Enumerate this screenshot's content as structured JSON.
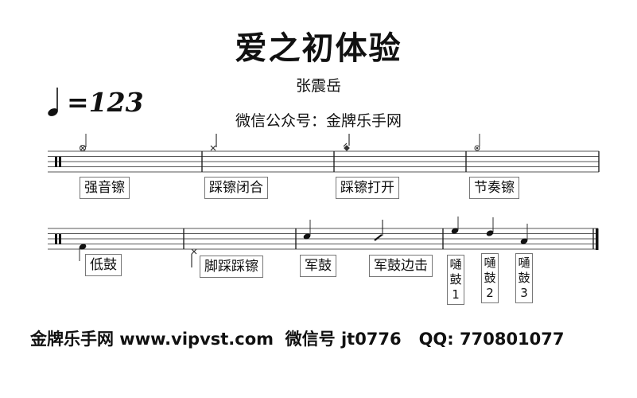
{
  "header": {
    "title": "爱之初体验",
    "composer": "张震岳",
    "wechat_public": "微信公众号：金牌乐手网"
  },
  "tempo": {
    "note": "quarter-note",
    "bpm": "=123"
  },
  "staff1": {
    "labels": [
      "强音镲",
      "踩镲闭合",
      "踩镲打开",
      "节奏镲"
    ]
  },
  "staff2": {
    "labels": [
      "低鼓",
      "脚踩踩镲",
      "军鼓",
      "军鼓边击"
    ],
    "tom_labels": [
      {
        "line1": "嗵",
        "line2": "鼓",
        "line3": "1"
      },
      {
        "line1": "嗵",
        "line2": "鼓",
        "line3": "2"
      },
      {
        "line1": "嗵",
        "line2": "鼓",
        "line3": "3"
      }
    ]
  },
  "footer": {
    "text": "金牌乐手网 www.vipvst.com  微信号 jt0776   QQ: 770801077"
  }
}
